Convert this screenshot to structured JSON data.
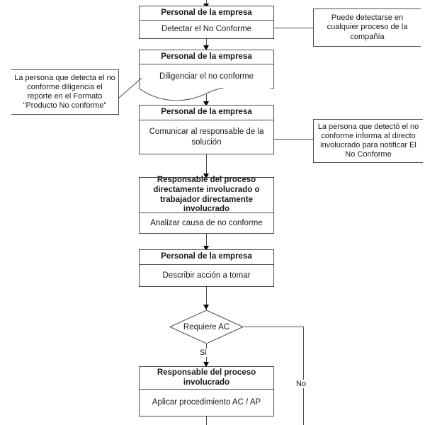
{
  "diagram": {
    "title": "Procedimiento de No Conforme",
    "type": "flowchart",
    "line_color": "#4d4d4d",
    "text_color": "#1a1a1a",
    "background": "#ffffff"
  },
  "nodes": {
    "n1": {
      "header": "Personal de la empresa",
      "body": "Detectar el No Conforme",
      "shape": "process"
    },
    "n2": {
      "header": "Personal de la empresa",
      "body": "Diligenciar el no conforme",
      "shape": "document"
    },
    "n3": {
      "header": "Personal de la empresa",
      "body": "Comunicar al responsable de la solución",
      "shape": "process"
    },
    "n4": {
      "header": "Responsable del proceso directamente involucrado o trabajador directamente involucrado",
      "body": "Analizar causa de no conforme",
      "shape": "process"
    },
    "n5": {
      "header": "Personal de la empresa",
      "body": "Describir acción a tomar",
      "shape": "process"
    },
    "d1": {
      "label": "Requiere AC",
      "shape": "decision"
    },
    "n6": {
      "header": "Responsable del proceso involucrado",
      "body": "Aplicar procedimiento AC / AP",
      "shape": "process"
    }
  },
  "notes": {
    "note1": "Puede detectarse en cualquier proceso de la compañía",
    "note2": "La persona que detecta el no conforme diligencia el reporte en el Formato \"Producto No conforme\"",
    "note3": "La persona que detectó el no conforme informa al directo involucrado para notificar El No Conforme"
  },
  "edge_labels": {
    "yes": "Si",
    "no": "No"
  }
}
